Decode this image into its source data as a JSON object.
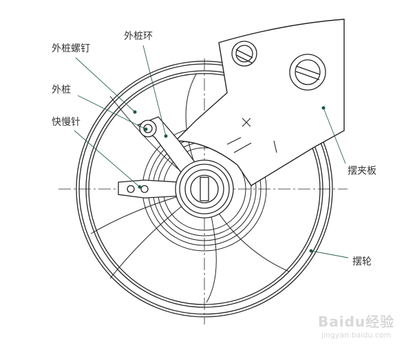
{
  "labels": {
    "outer_stud_screw": "外桩螺钉",
    "outer_stud_ring": "外桩环",
    "outer_stud": "外桩",
    "regulator_pin": "快慢针",
    "balance_cock": "摆夹板",
    "balance_wheel": "摆轮"
  },
  "watermark": {
    "brand": "Baidu经验",
    "url": "jingyan.baidu.com"
  },
  "colors": {
    "line": "#222222",
    "leader": "#2f5f4f",
    "dot": "#1f5a44"
  }
}
